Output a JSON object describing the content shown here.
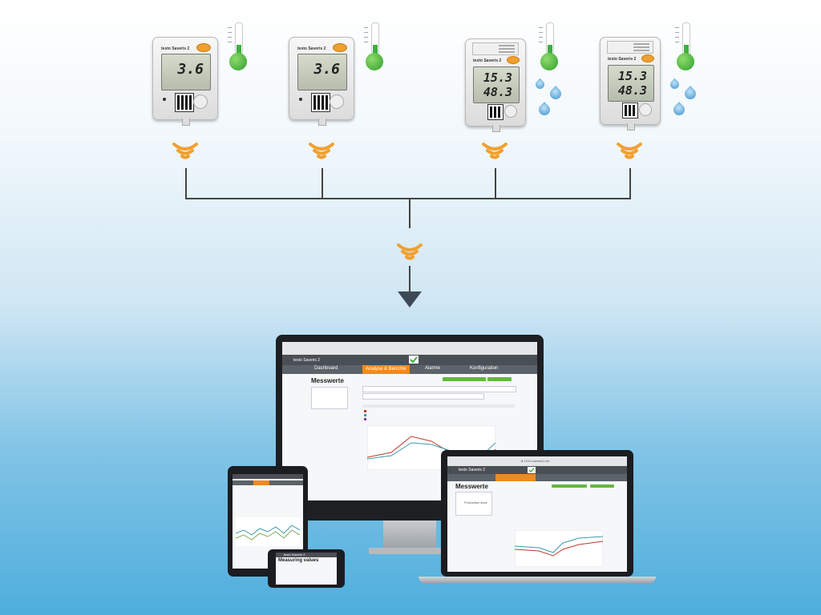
{
  "loggers": [
    {
      "brand": "testo Saveris 2",
      "reading_1": "3.6",
      "reading_2": ""
    },
    {
      "brand": "testo Saveris 2",
      "reading_1": "3.6",
      "reading_2": ""
    },
    {
      "brand": "testo Saveris 2",
      "reading_1": "15.3",
      "reading_2": "48.3"
    },
    {
      "brand": "testo Saveris 2",
      "reading_1": "15.3",
      "reading_2": "48.3"
    }
  ],
  "icons": {
    "thermometer": "thermometer-icon",
    "humidity": "water-drop-icon",
    "wireless": "wireless-signal-icon",
    "arrow": "arrow-down-icon",
    "check": "check-icon"
  },
  "colors": {
    "wireless": "#f0a030",
    "thermometer": "#3fae3f",
    "humidity": "#3c8fca",
    "active_tab": "#f08a1c",
    "chart_red": "#c0392b",
    "chart_teal": "#3a9aa6"
  },
  "monitor": {
    "brand": "testo Saveris 2",
    "tabs": [
      "Dashboard",
      "Analyse & Berichte",
      "Alarme",
      "Konfiguration"
    ],
    "active_tab": "Analyse & Berichte",
    "heading": "Messwerte"
  },
  "laptop": {
    "url": "● 1012.saveris2.net",
    "brand": "testo Saveris 2",
    "heading": "Messwerte",
    "tree_root": "Production area"
  },
  "phone": {
    "brand": "testo Saveris 2",
    "heading": "Measuring values"
  }
}
